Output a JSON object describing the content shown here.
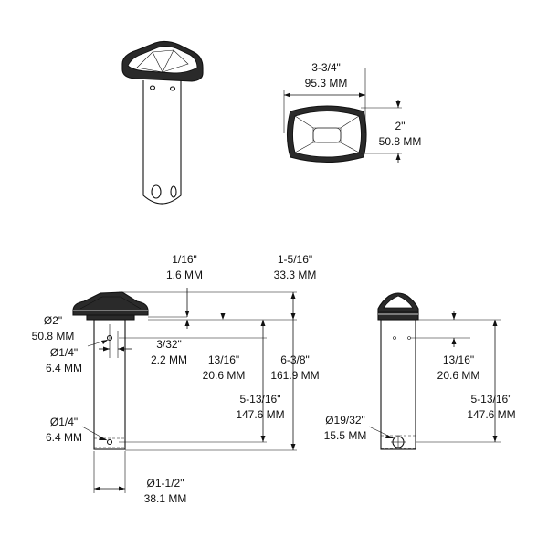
{
  "top_view": {
    "width_in": "3-3/4\"",
    "width_mm": "95.3 MM",
    "depth_in": "2\"",
    "depth_mm": "50.8 MM"
  },
  "front_view": {
    "cap_thickness_in": "1/16\"",
    "cap_thickness_mm": "1.6 MM",
    "cap_height_in": "1-5/16\"",
    "cap_height_mm": "33.3 MM",
    "cap_diameter_in": "Ø2\"",
    "cap_diameter_mm": "50.8 MM",
    "top_hole_dia_in": "Ø1/4\"",
    "top_hole_dia_mm": "6.4 MM",
    "hole_offset_in": "3/32\"",
    "hole_offset_mm": "2.2 MM",
    "top_hole_depth_in": "13/16\"",
    "top_hole_depth_mm": "20.6 MM",
    "overall_height_in": "6-3/8\"",
    "overall_height_mm": "161.9 MM",
    "hole_spacing_in": "5-13/16\"",
    "hole_spacing_mm": "147.6 MM",
    "bottom_hole_dia_in": "Ø1/4\"",
    "bottom_hole_dia_mm": "6.4 MM",
    "tube_dia_in": "Ø1-1/2\"",
    "tube_dia_mm": "38.1 MM"
  },
  "side_view": {
    "top_hole_depth_in": "13/16\"",
    "top_hole_depth_mm": "20.6 MM",
    "hole_spacing_in": "5-13/16\"",
    "hole_spacing_mm": "147.6 MM",
    "slot_dia_in": "Ø19/32\"",
    "slot_dia_mm": "15.5 MM"
  }
}
